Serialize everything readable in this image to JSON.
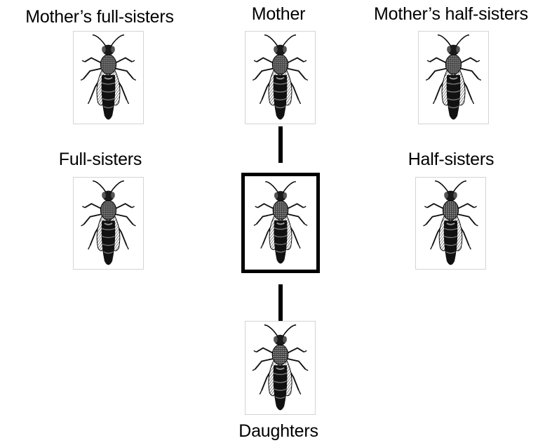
{
  "labels": {
    "mothers_full_sisters": "Mother’s full-sisters",
    "mother": "Mother",
    "mothers_half_sisters": "Mother’s half-sisters",
    "full_sisters": "Full-sisters",
    "half_sisters": "Half-sisters",
    "daughters": "Daughters"
  },
  "icons": {
    "bee": "honeybee-queen-icon"
  },
  "colors": {
    "ink": "#000000",
    "card_border": "#d4d4d4",
    "background": "#ffffff"
  }
}
